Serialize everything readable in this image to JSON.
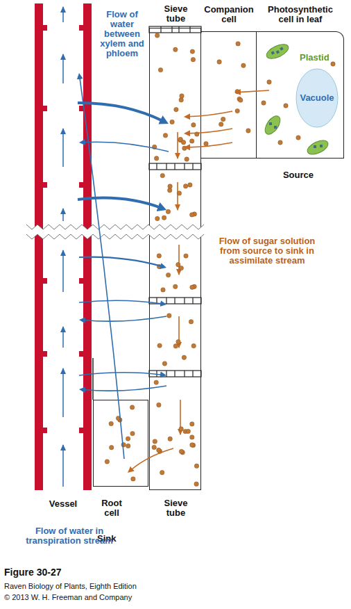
{
  "diagram": {
    "caption": "Figure 30-27",
    "nodes": [
      {
        "text": [
          "Sieve tube",
          "Sieve tube"
        ]
      },
      {
        "text": [
          "Companion cell"
        ]
      },
      {
        "text": [
          "Photosynthetic cell in leaf"
        ]
      },
      {
        "text": [
          "Plastid"
        ],
        "in": 2
      },
      {
        "text": [
          "Vacuole"
        ],
        "in": 2
      },
      {
        "text": [
          "Vessel"
        ]
      },
      {
        "text": [
          "Root cell"
        ]
      }
    ],
    "edges": [
      {
        "from": 2,
        "to": 1,
        "arrow": "to"
      },
      {
        "from": 1,
        "to": 0,
        "arrow": "to"
      },
      {
        "from": 1,
        "to": 0,
        "arrow": "to"
      },
      {
        "from": 1,
        "to": 0,
        "arrow": "to"
      },
      {
        "from": 5,
        "to": 0,
        "arrow": "to"
      },
      {
        "from": 0,
        "to": 5,
        "arrow": "to"
      },
      {
        "from": 5,
        "to": 0,
        "arrow": "to"
      },
      {
        "from": 5,
        "to": 0,
        "arrow": "to"
      },
      {
        "from": 5,
        "to": 0,
        "arrow": "to"
      },
      {
        "from": 0,
        "to": 5,
        "arrow": "to"
      },
      {
        "from": 5,
        "to": 0,
        "arrow": "to"
      },
      {
        "from": 0,
        "to": 5,
        "arrow": "to"
      },
      {
        "from": 0,
        "to": 6,
        "arrow": "to"
      },
      {
        "from": 6,
        "to": 5,
        "arrow": "to"
      }
    ],
    "labels": [
      "Flow of water between xylem and phloem",
      "Source",
      "Flow of sugar solution from source to sink in assimilate stream",
      "Sink",
      "Flow of water in transpiration stream",
      "Raven Biology of Plants, Eighth Edition",
      "© 2013 W. H. Freeman and Company"
    ]
  }
}
